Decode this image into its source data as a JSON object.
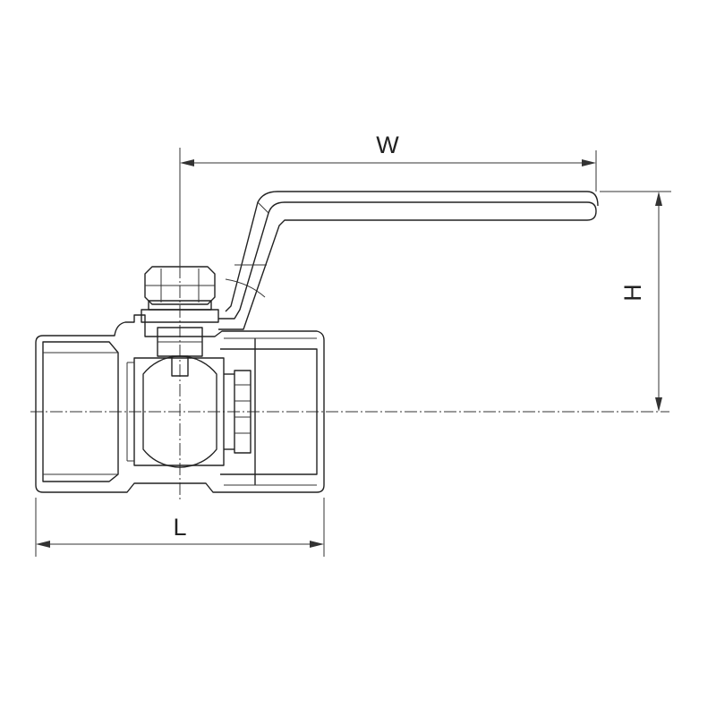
{
  "dimensions": {
    "width_label": "W",
    "height_label": "H",
    "length_label": "L"
  }
}
